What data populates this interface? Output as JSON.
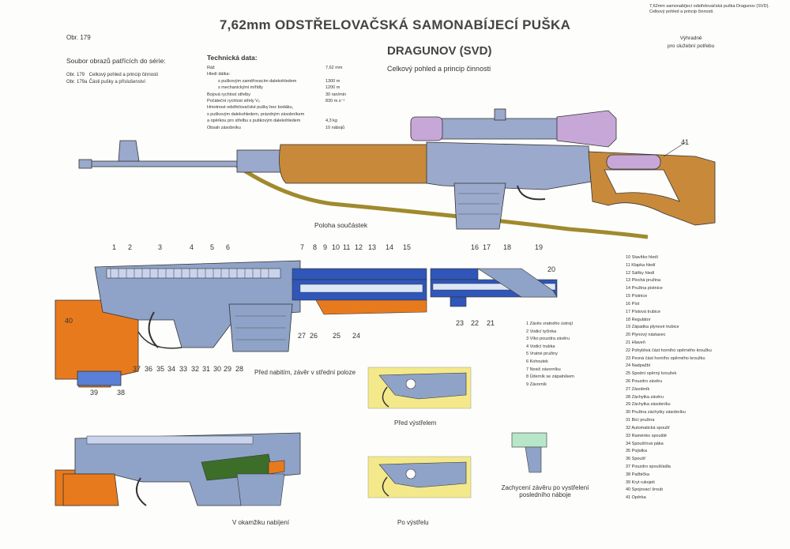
{
  "header": {
    "title": "7,62mm ODSTŘELOVAČSKÁ SAMONABÍJECÍ PUŠKA",
    "subtitle": "DRAGUNOV (SVD)",
    "subtitle2": "Celkový pohled a princip činnosti",
    "figure_number": "Obr. 179",
    "top_right_line1": "7,62mm samonabíjecí odstřelovačská puška Dragunov (SVD).",
    "top_right_line2": "Celkový pohled a princip činnosti.",
    "restriction_line1": "Výhradně",
    "restriction_line2": "pro služební potřebu"
  },
  "series": {
    "heading": "Soubor obrazů patřících do série:",
    "items": [
      {
        "code": "Obr. 179",
        "text": "Celkový pohled a princip činnosti"
      },
      {
        "code": "Obr. 179a",
        "text": "Části pušky a příslušenství"
      }
    ]
  },
  "tech": {
    "heading": "Technická data:",
    "rows": [
      {
        "label": "Ráž",
        "value": "7,62 mm",
        "indent": false
      },
      {
        "label": "Hledí dálka:",
        "value": "",
        "indent": false
      },
      {
        "label": "s puškovým zaměřovacím dalekohledem",
        "value": "1300 m",
        "indent": true
      },
      {
        "label": "s mechanickými mířidly",
        "value": "1200 m",
        "indent": true
      },
      {
        "label": "Bojová rychlost střelby",
        "value": "30 ran/min",
        "indent": false
      },
      {
        "label": "Počáteční rychlost střely V₀",
        "value": "830 m.s⁻¹",
        "indent": false
      },
      {
        "label": "Hmotnost odstřelovačské pušky bez bodáku,",
        "value": "",
        "indent": false
      },
      {
        "label": "s puškovým dalekohledem, prázdným zásobníkem",
        "value": "",
        "indent": false
      },
      {
        "label": "a opěrkou pro střelbu s puškovým dalekohledem",
        "value": "4,3 kg",
        "indent": false
      },
      {
        "label": "Obsah zásobníku",
        "value": "10 nábojů",
        "indent": false
      }
    ]
  },
  "captions": {
    "parts": "Poloha součástek",
    "before_loading": "Před nabitím, závěr v střední poloze",
    "before_shot": "Před výstřelem",
    "during_loading": "V okamžiku nabíjení",
    "after_shot": "Po výstřelu",
    "bolt_catch_1": "Zachycení závěru po vystřelení",
    "bolt_catch_2": "posledního náboje"
  },
  "legend_left": [
    "1  Závěs vratného ústrojí",
    "2  Vodicí tyčinka",
    "3  Víko pouzdra závěru",
    "4  Vodicí trubka",
    "5  Vratné pružiny",
    "6  Kohoutek",
    "7  Nosič závorníku",
    "8  Úderník se zápalníkem",
    "9  Závorník"
  ],
  "legend_right": [
    "10  Stavítko hledí",
    "11  Klapka hledí",
    "12  Sáňky hledí",
    "13  Plochá pružina",
    "14  Pružina pístnice",
    "15  Pístnice",
    "16  Píst",
    "17  Pístová trubice",
    "18  Regulátor",
    "19  Západka plynové trubice",
    "20  Plynový nástavec",
    "21  Hlaveň",
    "22  Pohyblivá část horního opěrného kroužku",
    "23  Pevná část horního opěrného kroužku",
    "24  Nadpažbí",
    "25  Spodní opěrný kroužek",
    "26  Pouzdro závěru",
    "27  Zásobník",
    "28  Záchytka závěru",
    "29  Záchytka zásobníku",
    "30  Pružina záchytky zásobníku",
    "31  Bicí pružina",
    "32  Automatická spoušť",
    "33  Raménko spouště",
    "34  Spoušťová páka",
    "35  Pojistka",
    "36  Spoušť",
    "37  Pouzdro spoušťadla",
    "38  Pažbička",
    "39  Kryt rukojeti",
    "40  Spojovací šroub",
    "41  Opěrka"
  ],
  "callouts": {
    "top_row": [
      "1",
      "2",
      "3",
      "4",
      "5",
      "6",
      "7",
      "8",
      "9",
      "10",
      "11",
      "12",
      "13",
      "14",
      "15",
      "16",
      "17",
      "18",
      "19",
      "20"
    ],
    "mid_row": [
      "27",
      "26",
      "25",
      "24",
      "23",
      "22",
      "21"
    ],
    "bottom_row": [
      "37",
      "36",
      "35",
      "34",
      "33",
      "32",
      "31",
      "30",
      "29",
      "28"
    ],
    "others": [
      "40",
      "39",
      "38",
      "41"
    ]
  },
  "colors": {
    "wood": "#c88a3a",
    "orange_cut": "#e87a1e",
    "metal_blue": "#8fa3c8",
    "cut_blue": "#2f56b8",
    "scope_purple": "#c7a7d8",
    "sling": "#a08a2c",
    "yellow_panel": "#f4e98a",
    "green_mag": "#3c6e2a"
  }
}
